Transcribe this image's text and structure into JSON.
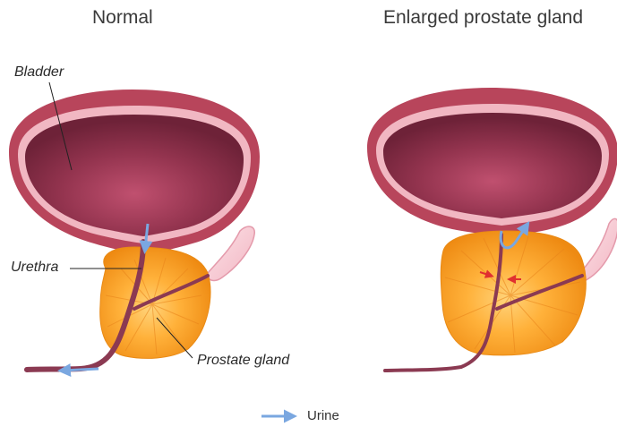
{
  "panels": {
    "left": {
      "title": "Normal"
    },
    "right": {
      "title": "Enlarged prostate gland"
    }
  },
  "labels": {
    "bladder": "Bladder",
    "urethra": "Urethra",
    "prostate": "Prostate gland"
  },
  "legend": {
    "urine": "Urine"
  },
  "colors": {
    "bladder_outer": "#b8455b",
    "bladder_rim": "#f1b7c2",
    "bladder_inner": "#8d2f47",
    "prostate": "#f5961c",
    "prostate_light": "#ffc35a",
    "urethra": "#8b3a52",
    "urine_arrow": "#7aa7e0",
    "squeeze_arrow": "#e03030"
  }
}
